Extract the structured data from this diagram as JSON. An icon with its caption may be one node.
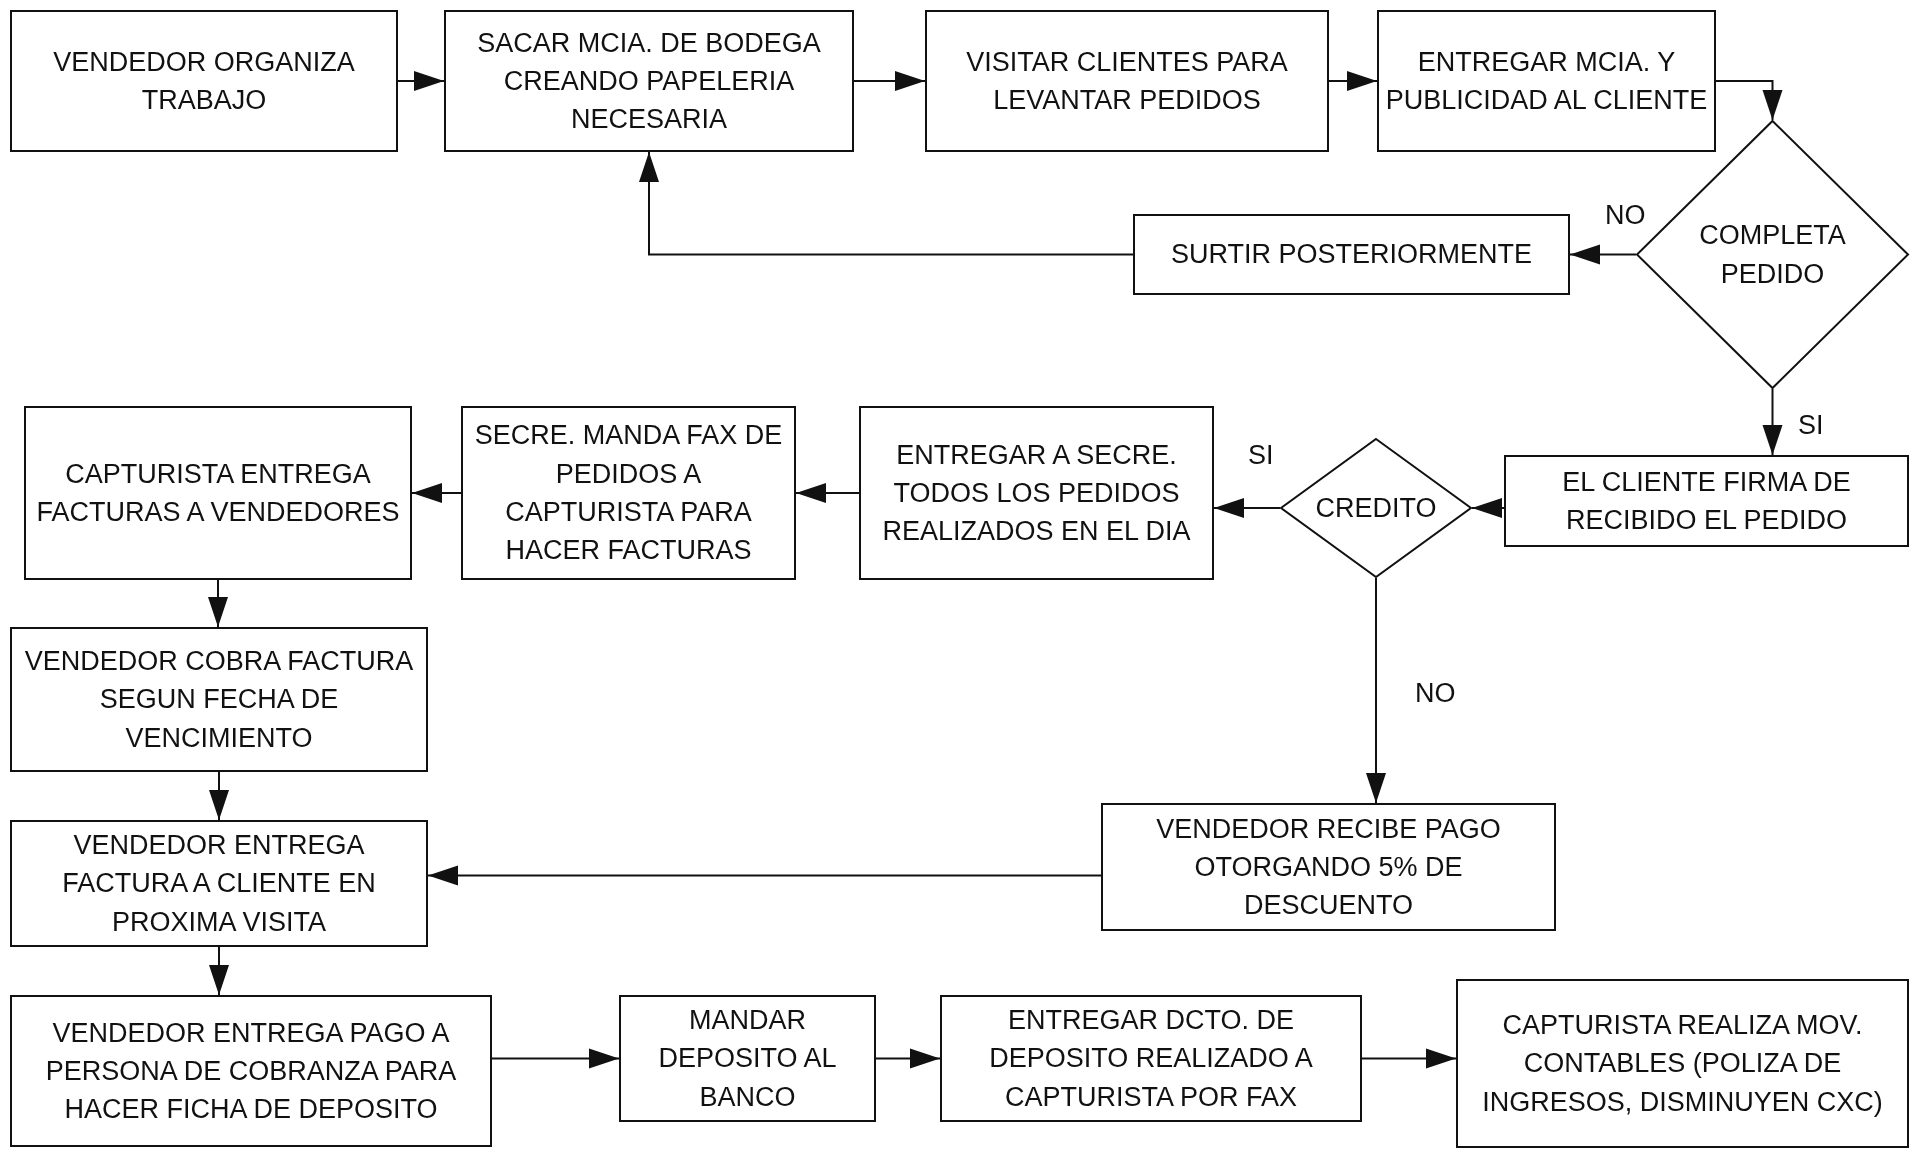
{
  "diagram": {
    "nodes": [
      {
        "text": [
          "VENDEDOR ORGANIZA TRABAJO"
        ]
      },
      {
        "text": [
          "SACAR MCIA. DE BODEGA CREANDO PAPELERIA NECESARIA"
        ]
      },
      {
        "text": [
          "VISITAR CLIENTES PARA LEVANTAR PEDIDOS"
        ]
      },
      {
        "text": [
          "ENTREGAR MCIA. Y PUBLICIDAD AL CLIENTE"
        ]
      },
      {
        "text": [
          "COMPLETA PEDIDO"
        ]
      },
      {
        "text": [
          "SURTIR POSTERIORMENTE"
        ]
      },
      {
        "text": [
          "CAPTURISTA ENTREGA FACTURAS  A VENDEDORES"
        ]
      },
      {
        "text": [
          "SECRE. MANDA FAX DE PEDIDOS A CAPTURISTA PARA HACER FACTURAS"
        ]
      },
      {
        "text": [
          "ENTREGAR A SECRE. TODOS LOS PEDIDOS REALIZADOS  EN EL DIA"
        ]
      },
      {
        "text": [
          "CREDITO"
        ]
      },
      {
        "text": [
          "EL CLIENTE FIRMA DE RECIBIDO EL PEDIDO"
        ]
      },
      {
        "text": [
          "VENDEDOR COBRA FACTURA SEGUN FECHA DE VENCIMIENTO"
        ]
      },
      {
        "text": [
          "VENDEDOR ENTREGA FACTURA A CLIENTE EN PROXIMA VISITA"
        ]
      },
      {
        "text": [
          "VENDEDOR RECIBE PAGO OTORGANDO 5% DE DESCUENTO"
        ]
      },
      {
        "text": [
          "VENDEDOR  ENTREGA PAGO A PERSONA DE COBRANZA PARA HACER FICHA DE DEPOSITO"
        ]
      },
      {
        "text": [
          "MANDAR DEPOSITO AL BANCO"
        ]
      },
      {
        "text": [
          "ENTREGAR DCTO. DE DEPOSITO REALIZADO A CAPTURISTA POR FAX"
        ]
      },
      {
        "text": [
          "CAPTURISTA REALIZA MOV. CONTABLES (POLIZA DE INGRESOS,  DISMINUYEN CXC)"
        ]
      }
    ],
    "edges": [
      {
        "from": 0,
        "to": 1,
        "arrow": "to"
      },
      {
        "from": 1,
        "to": 2,
        "arrow": "to"
      },
      {
        "from": 2,
        "to": 3,
        "arrow": "to"
      },
      {
        "from": 3,
        "to": 4,
        "arrow": "to"
      },
      {
        "from": 4,
        "to": 5,
        "arrow": "to",
        "label": "NO"
      },
      {
        "from": 5,
        "to": 1,
        "arrow": "to"
      },
      {
        "from": 4,
        "to": 10,
        "arrow": "to",
        "label": "SI"
      },
      {
        "from": 10,
        "to": 9,
        "arrow": "to"
      },
      {
        "from": 9,
        "to": 8,
        "arrow": "to",
        "label": "SI"
      },
      {
        "from": 8,
        "to": 7,
        "arrow": "to"
      },
      {
        "from": 7,
        "to": 6,
        "arrow": "to"
      },
      {
        "from": 6,
        "to": 11,
        "arrow": "to"
      },
      {
        "from": 11,
        "to": 12,
        "arrow": "to"
      },
      {
        "from": 9,
        "to": 13,
        "arrow": "to",
        "label": "NO"
      },
      {
        "from": 13,
        "to": 12,
        "arrow": "to"
      },
      {
        "from": 12,
        "to": 14,
        "arrow": "to"
      },
      {
        "from": 14,
        "to": 15,
        "arrow": "to"
      },
      {
        "from": 15,
        "to": 16,
        "arrow": "to"
      },
      {
        "from": 16,
        "to": 17,
        "arrow": "to"
      }
    ]
  }
}
